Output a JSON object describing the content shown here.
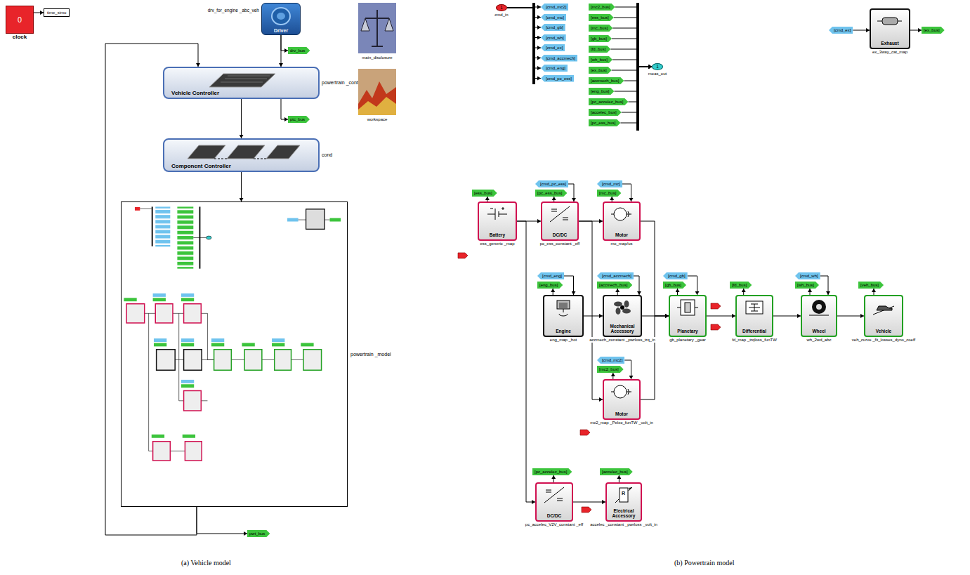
{
  "diagram": {
    "nodes": [
      {
        "text": [
          "0",
          "clock"
        ]
      },
      {
        "text": [
          "time_simu"
        ]
      },
      {
        "text": [
          "Driver",
          "drv_for_engine _abc_veh"
        ]
      },
      {
        "text": [
          "drv_bus"
        ]
      },
      {
        "text": [
          "Vehicle Controller",
          "powertrain _controller"
        ]
      },
      {
        "text": [
          "ptc_bus"
        ]
      },
      {
        "text": [
          "Component Controller",
          "cond"
        ]
      },
      {
        "text": [
          "main_disclosure"
        ]
      },
      {
        "text": [
          "workspace"
        ]
      },
      {
        "text": [
          "powertrain _model"
        ]
      },
      {
        "text": [
          "pwt_bus"
        ]
      },
      {
        "text": [
          "1",
          "cmd_in"
        ]
      },
      {
        "text": [
          "[cmd_mc2]"
        ]
      },
      {
        "text": [
          "[cmd_mc]"
        ]
      },
      {
        "text": [
          "[cmd_gb]"
        ]
      },
      {
        "text": [
          "[cmd_wh]"
        ]
      },
      {
        "text": [
          "[cmd_ex]"
        ]
      },
      {
        "text": [
          "[cmd_accmech]"
        ]
      },
      {
        "text": [
          "[cmd_eng]"
        ]
      },
      {
        "text": [
          "[cmd_pc_ess]"
        ]
      },
      {
        "text": [
          "[mc2_bus]"
        ]
      },
      {
        "text": [
          "[ess_bus]"
        ]
      },
      {
        "text": [
          "[mc_bus]"
        ]
      },
      {
        "text": [
          "[gb_bus]"
        ]
      },
      {
        "text": [
          "[fd_bus]"
        ]
      },
      {
        "text": [
          "[wh_bus]"
        ]
      },
      {
        "text": [
          "[ex_bus]"
        ]
      },
      {
        "text": [
          "[accmech_bus]"
        ]
      },
      {
        "text": [
          "[eng_bus]"
        ]
      },
      {
        "text": [
          "[pc_accelec_bus]"
        ]
      },
      {
        "text": [
          "[accelec_bus]"
        ]
      },
      {
        "text": [
          "[pc_ess_bus]"
        ]
      },
      {
        "text": [
          "1",
          "meas_out"
        ]
      },
      {
        "text": [
          "[cmd_ex]"
        ]
      },
      {
        "text": [
          "Exhaust",
          "ex_3way_cat_map"
        ]
      },
      {
        "text": [
          "[ex_bus]"
        ]
      },
      {
        "text": [
          "[ess_bus]"
        ]
      },
      {
        "text": [
          "Battery",
          "ess_generic _map"
        ]
      },
      {
        "text": [
          "[cmd_pc_ess]"
        ]
      },
      {
        "text": [
          "[pc_ess_bus]"
        ]
      },
      {
        "text": [
          "DC/DC",
          "pc_ess_constant _eff"
        ]
      },
      {
        "text": [
          "[cmd_mc]"
        ]
      },
      {
        "text": [
          "[mc_bus]"
        ]
      },
      {
        "text": [
          "Motor",
          "mc_map/us"
        ]
      },
      {
        "text": [
          "[cmd_eng]"
        ]
      },
      {
        "text": [
          "[eng_bus]"
        ]
      },
      {
        "text": [
          "Engine",
          "eng_map _hot"
        ]
      },
      {
        "text": [
          "[cmd_accmech]"
        ]
      },
      {
        "text": [
          "[accmech_bus]"
        ]
      },
      {
        "text": [
          "Mechanical Accessory",
          "accmech_constant _pwrloss_trq_in"
        ]
      },
      {
        "text": [
          "[cmd_gb]"
        ]
      },
      {
        "text": [
          "[gb_bus]"
        ]
      },
      {
        "text": [
          "Planetary",
          "gb_planetary _gear"
        ]
      },
      {
        "text": [
          "[fd_bus]"
        ]
      },
      {
        "text": [
          "Differential",
          "fd_map _trqloss_funTW"
        ]
      },
      {
        "text": [
          "[cmd_wh]"
        ]
      },
      {
        "text": [
          "[wh_bus]"
        ]
      },
      {
        "text": [
          "Wheel",
          "wh_2wd_abc"
        ]
      },
      {
        "text": [
          "[veh_bus]"
        ]
      },
      {
        "text": [
          "Vehicle",
          "veh_curve _fit_losses_dyno_coeff"
        ]
      },
      {
        "text": [
          "[cmd_mc2]"
        ]
      },
      {
        "text": [
          "[mc2_bus]"
        ]
      },
      {
        "text": [
          "Motor",
          "mc2_map _Pelec_funTW _volt_in"
        ]
      },
      {
        "text": [
          "[pc_accelec_bus]"
        ]
      },
      {
        "text": [
          "DC/DC",
          "pc_accelec_V2V_constant _eff"
        ]
      },
      {
        "text": [
          "[accelec_bus]"
        ]
      },
      {
        "text": [
          "Electrical Accessory",
          "accelec _constant _pwrloss _volt_in"
        ]
      }
    ],
    "edges": [
      {
        "from": 0,
        "to": 1,
        "arrow": "to"
      },
      {
        "from": 2,
        "to": 4,
        "arrow": "to"
      },
      {
        "from": 2,
        "to": 3,
        "arrow": "to"
      },
      {
        "from": 4,
        "to": 6,
        "arrow": "to"
      },
      {
        "from": 4,
        "to": 5,
        "arrow": "to"
      },
      {
        "from": 6,
        "to": 9,
        "arrow": "to"
      },
      {
        "from": 9,
        "to": 4,
        "arrow": "to"
      },
      {
        "from": 9,
        "to": 10,
        "arrow": "to"
      },
      {
        "from": 11,
        "to": 12,
        "arrow": "to"
      },
      {
        "from": 11,
        "to": 13,
        "arrow": "to"
      },
      {
        "from": 11,
        "to": 14,
        "arrow": "to"
      },
      {
        "from": 11,
        "to": 15,
        "arrow": "to"
      },
      {
        "from": 11,
        "to": 16,
        "arrow": "to"
      },
      {
        "from": 11,
        "to": 17,
        "arrow": "to"
      },
      {
        "from": 11,
        "to": 18,
        "arrow": "to"
      },
      {
        "from": 11,
        "to": 19,
        "arrow": "to"
      },
      {
        "from": 20,
        "to": 32,
        "arrow": "to"
      },
      {
        "from": 21,
        "to": 32,
        "arrow": "to"
      },
      {
        "from": 22,
        "to": 32,
        "arrow": "to"
      },
      {
        "from": 23,
        "to": 32,
        "arrow": "to"
      },
      {
        "from": 24,
        "to": 32,
        "arrow": "to"
      },
      {
        "from": 25,
        "to": 32,
        "arrow": "to"
      },
      {
        "from": 26,
        "to": 32,
        "arrow": "to"
      },
      {
        "from": 27,
        "to": 32,
        "arrow": "to"
      },
      {
        "from": 28,
        "to": 32,
        "arrow": "to"
      },
      {
        "from": 29,
        "to": 32,
        "arrow": "to"
      },
      {
        "from": 30,
        "to": 32,
        "arrow": "to"
      },
      {
        "from": 31,
        "to": 32,
        "arrow": "to"
      },
      {
        "from": 33,
        "to": 34,
        "arrow": "to"
      },
      {
        "from": 34,
        "to": 35,
        "arrow": "to"
      },
      {
        "from": 37,
        "to": 36,
        "arrow": "to"
      },
      {
        "from": 37,
        "to": 40,
        "arrow": "to"
      },
      {
        "from": 37,
        "to": 64,
        "arrow": "to"
      },
      {
        "from": 38,
        "to": 40,
        "arrow": "to"
      },
      {
        "from": 40,
        "to": 39,
        "arrow": "to"
      },
      {
        "from": 40,
        "to": 43,
        "arrow": "to"
      },
      {
        "from": 40,
        "to": 62,
        "arrow": "to"
      },
      {
        "from": 41,
        "to": 43,
        "arrow": "to"
      },
      {
        "from": 43,
        "to": 42,
        "arrow": "to"
      },
      {
        "from": 43,
        "to": 52,
        "arrow": "to"
      },
      {
        "from": 44,
        "to": 46,
        "arrow": "to"
      },
      {
        "from": 46,
        "to": 45,
        "arrow": "to"
      },
      {
        "from": 46,
        "to": 49,
        "arrow": "to"
      },
      {
        "from": 47,
        "to": 49,
        "arrow": "to"
      },
      {
        "from": 49,
        "to": 48,
        "arrow": "to"
      },
      {
        "from": 49,
        "to": 52,
        "arrow": "to"
      },
      {
        "from": 50,
        "to": 52,
        "arrow": "to"
      },
      {
        "from": 52,
        "to": 51,
        "arrow": "to"
      },
      {
        "from": 52,
        "to": 54,
        "arrow": "to"
      },
      {
        "from": 54,
        "to": 53,
        "arrow": "to"
      },
      {
        "from": 54,
        "to": 57,
        "arrow": "to"
      },
      {
        "from": 55,
        "to": 57,
        "arrow": "to"
      },
      {
        "from": 57,
        "to": 56,
        "arrow": "to"
      },
      {
        "from": 57,
        "to": 59,
        "arrow": "to"
      },
      {
        "from": 59,
        "to": 58,
        "arrow": "to"
      },
      {
        "from": 60,
        "to": 62,
        "arrow": "to"
      },
      {
        "from": 62,
        "to": 61,
        "arrow": "to"
      },
      {
        "from": 62,
        "to": 52,
        "arrow": "to"
      },
      {
        "from": 64,
        "to": 63,
        "arrow": "to"
      },
      {
        "from": 64,
        "to": 66,
        "arrow": "to"
      },
      {
        "from": 66,
        "to": 65,
        "arrow": "to"
      }
    ],
    "labels": [
      "(a) Vehicle model",
      "(b) Powertrain model",
      "R"
    ]
  }
}
